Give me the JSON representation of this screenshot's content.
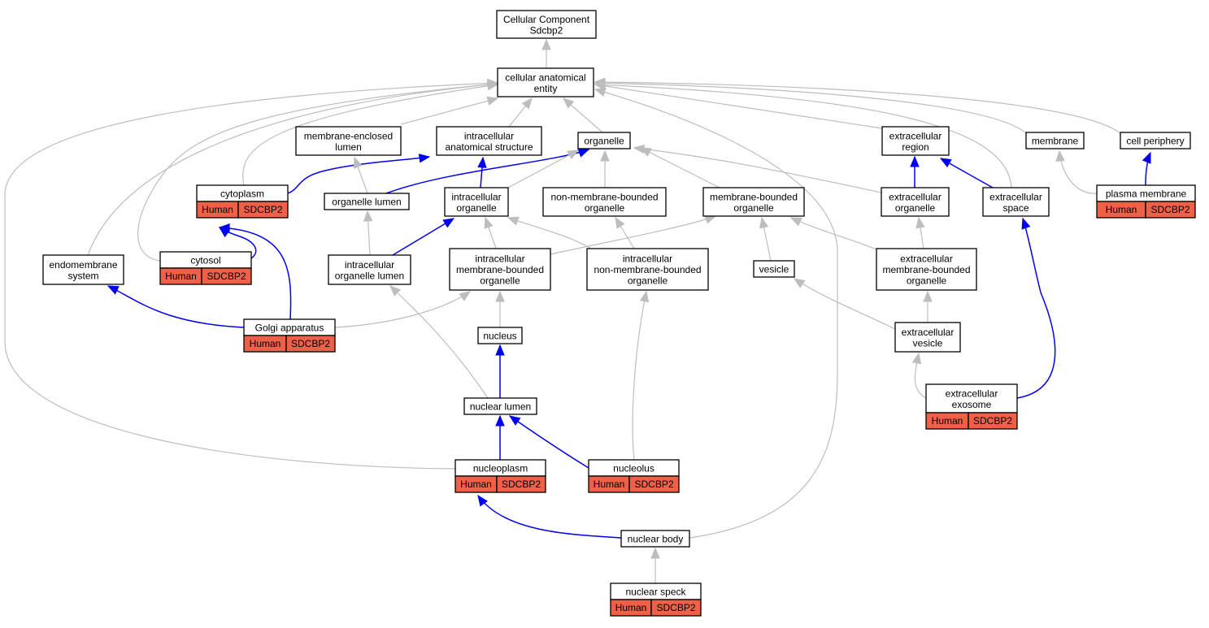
{
  "colors": {
    "is_a_edge": "#bdbdbd",
    "part_of_edge": "#0000ee",
    "annotation_fill": "#ee6148",
    "node_fill": "#ffffff"
  },
  "nodes": {
    "root": {
      "lines": [
        "Cellular Component",
        "Sdcbp2"
      ]
    },
    "cae": {
      "lines": [
        "cellular anatomical",
        "entity"
      ]
    },
    "mel": {
      "lines": [
        "membrane-enclosed",
        "lumen"
      ]
    },
    "ias": {
      "lines": [
        "intracellular",
        "anatomical structure"
      ]
    },
    "org": {
      "lines": [
        "organelle"
      ]
    },
    "exreg": {
      "lines": [
        "extracellular",
        "region"
      ]
    },
    "mem": {
      "lines": [
        "membrane"
      ]
    },
    "cp": {
      "lines": [
        "cell periphery"
      ]
    },
    "cyto": {
      "lines": [
        "cytoplasm"
      ],
      "annotation": {
        "organism": "Human",
        "gene": "SDCBP2"
      }
    },
    "orglum": {
      "lines": [
        "organelle lumen"
      ]
    },
    "iorg": {
      "lines": [
        "intracellular",
        "organelle"
      ]
    },
    "nmbo": {
      "lines": [
        "non-membrane-bounded",
        "organelle"
      ]
    },
    "mbo": {
      "lines": [
        "membrane-bounded",
        "organelle"
      ]
    },
    "exorg": {
      "lines": [
        "extracellular",
        "organelle"
      ]
    },
    "exspace": {
      "lines": [
        "extracellular",
        "space"
      ]
    },
    "pm": {
      "lines": [
        "plasma membrane"
      ],
      "annotation": {
        "organism": "Human",
        "gene": "SDCBP2"
      }
    },
    "endo": {
      "lines": [
        "endomembrane",
        "system"
      ]
    },
    "cytosol": {
      "lines": [
        "cytosol"
      ],
      "annotation": {
        "organism": "Human",
        "gene": "SDCBP2"
      }
    },
    "iol": {
      "lines": [
        "intracellular",
        "organelle lumen"
      ]
    },
    "imbo": {
      "lines": [
        "intracellular",
        "membrane-bounded",
        "organelle"
      ]
    },
    "inmbo": {
      "lines": [
        "intracellular",
        "non-membrane-bounded",
        "organelle"
      ]
    },
    "ves": {
      "lines": [
        "vesicle"
      ]
    },
    "exmbo": {
      "lines": [
        "extracellular",
        "membrane-bounded",
        "organelle"
      ]
    },
    "golgi": {
      "lines": [
        "Golgi apparatus"
      ],
      "annotation": {
        "organism": "Human",
        "gene": "SDCBP2"
      }
    },
    "nucleus": {
      "lines": [
        "nucleus"
      ]
    },
    "exves": {
      "lines": [
        "extracellular",
        "vesicle"
      ]
    },
    "nuclum": {
      "lines": [
        "nuclear lumen"
      ]
    },
    "exo": {
      "lines": [
        "extracellular",
        "exosome"
      ],
      "annotation": {
        "organism": "Human",
        "gene": "SDCBP2"
      }
    },
    "nucleoplasm": {
      "lines": [
        "nucleoplasm"
      ],
      "annotation": {
        "organism": "Human",
        "gene": "SDCBP2"
      }
    },
    "nucleolus": {
      "lines": [
        "nucleolus"
      ],
      "annotation": {
        "organism": "Human",
        "gene": "SDCBP2"
      }
    },
    "nbody": {
      "lines": [
        "nuclear body"
      ]
    },
    "speck": {
      "lines": [
        "nuclear speck"
      ],
      "annotation": {
        "organism": "Human",
        "gene": "SDCBP2"
      }
    }
  },
  "edges": [
    {
      "from": "cae",
      "to": "root",
      "kind": "is_a"
    },
    {
      "from": "mel",
      "to": "cae",
      "kind": "is_a"
    },
    {
      "from": "ias",
      "to": "cae",
      "kind": "is_a"
    },
    {
      "from": "org",
      "to": "cae",
      "kind": "is_a"
    },
    {
      "from": "exreg",
      "to": "cae",
      "kind": "is_a"
    },
    {
      "from": "mem",
      "to": "cae",
      "kind": "is_a"
    },
    {
      "from": "cp",
      "to": "cae",
      "kind": "is_a"
    },
    {
      "from": "cyto",
      "to": "cae",
      "kind": "is_a"
    },
    {
      "from": "cytosol",
      "to": "cae",
      "kind": "is_a"
    },
    {
      "from": "endo",
      "to": "cae",
      "kind": "is_a"
    },
    {
      "from": "nucleoplasm",
      "to": "cae",
      "kind": "is_a"
    },
    {
      "from": "nbody",
      "to": "cae",
      "kind": "is_a"
    },
    {
      "from": "exspace",
      "to": "cae",
      "kind": "is_a"
    },
    {
      "from": "cyto",
      "to": "ias",
      "kind": "part_of"
    },
    {
      "from": "orglum",
      "to": "mel",
      "kind": "is_a"
    },
    {
      "from": "orglum",
      "to": "org",
      "kind": "part_of"
    },
    {
      "from": "iorg",
      "to": "org",
      "kind": "is_a"
    },
    {
      "from": "iorg",
      "to": "ias",
      "kind": "part_of"
    },
    {
      "from": "nmbo",
      "to": "org",
      "kind": "is_a"
    },
    {
      "from": "mbo",
      "to": "org",
      "kind": "is_a"
    },
    {
      "from": "exorg",
      "to": "org",
      "kind": "is_a"
    },
    {
      "from": "exorg",
      "to": "exreg",
      "kind": "part_of"
    },
    {
      "from": "exspace",
      "to": "exreg",
      "kind": "part_of"
    },
    {
      "from": "pm",
      "to": "mem",
      "kind": "is_a"
    },
    {
      "from": "pm",
      "to": "cp",
      "kind": "part_of"
    },
    {
      "from": "cytosol",
      "to": "cyto",
      "kind": "part_of"
    },
    {
      "from": "iol",
      "to": "orglum",
      "kind": "is_a"
    },
    {
      "from": "iol",
      "to": "iorg",
      "kind": "part_of"
    },
    {
      "from": "imbo",
      "to": "iorg",
      "kind": "is_a"
    },
    {
      "from": "imbo",
      "to": "mbo",
      "kind": "is_a"
    },
    {
      "from": "inmbo",
      "to": "iorg",
      "kind": "is_a"
    },
    {
      "from": "inmbo",
      "to": "nmbo",
      "kind": "is_a"
    },
    {
      "from": "ves",
      "to": "mbo",
      "kind": "is_a"
    },
    {
      "from": "exmbo",
      "to": "mbo",
      "kind": "is_a"
    },
    {
      "from": "exmbo",
      "to": "exorg",
      "kind": "is_a"
    },
    {
      "from": "golgi",
      "to": "endo",
      "kind": "part_of"
    },
    {
      "from": "golgi",
      "to": "cyto",
      "kind": "part_of"
    },
    {
      "from": "golgi",
      "to": "imbo",
      "kind": "is_a"
    },
    {
      "from": "nucleus",
      "to": "imbo",
      "kind": "is_a"
    },
    {
      "from": "exves",
      "to": "ves",
      "kind": "is_a"
    },
    {
      "from": "exves",
      "to": "exmbo",
      "kind": "is_a"
    },
    {
      "from": "nuclum",
      "to": "nucleus",
      "kind": "part_of"
    },
    {
      "from": "nuclum",
      "to": "iol",
      "kind": "is_a"
    },
    {
      "from": "exo",
      "to": "exves",
      "kind": "is_a"
    },
    {
      "from": "exo",
      "to": "exspace",
      "kind": "part_of"
    },
    {
      "from": "nucleoplasm",
      "to": "nuclum",
      "kind": "part_of"
    },
    {
      "from": "nucleolus",
      "to": "nuclum",
      "kind": "part_of"
    },
    {
      "from": "nucleolus",
      "to": "inmbo",
      "kind": "is_a"
    },
    {
      "from": "nbody",
      "to": "nucleoplasm",
      "kind": "part_of"
    },
    {
      "from": "speck",
      "to": "nbody",
      "kind": "is_a"
    }
  ]
}
